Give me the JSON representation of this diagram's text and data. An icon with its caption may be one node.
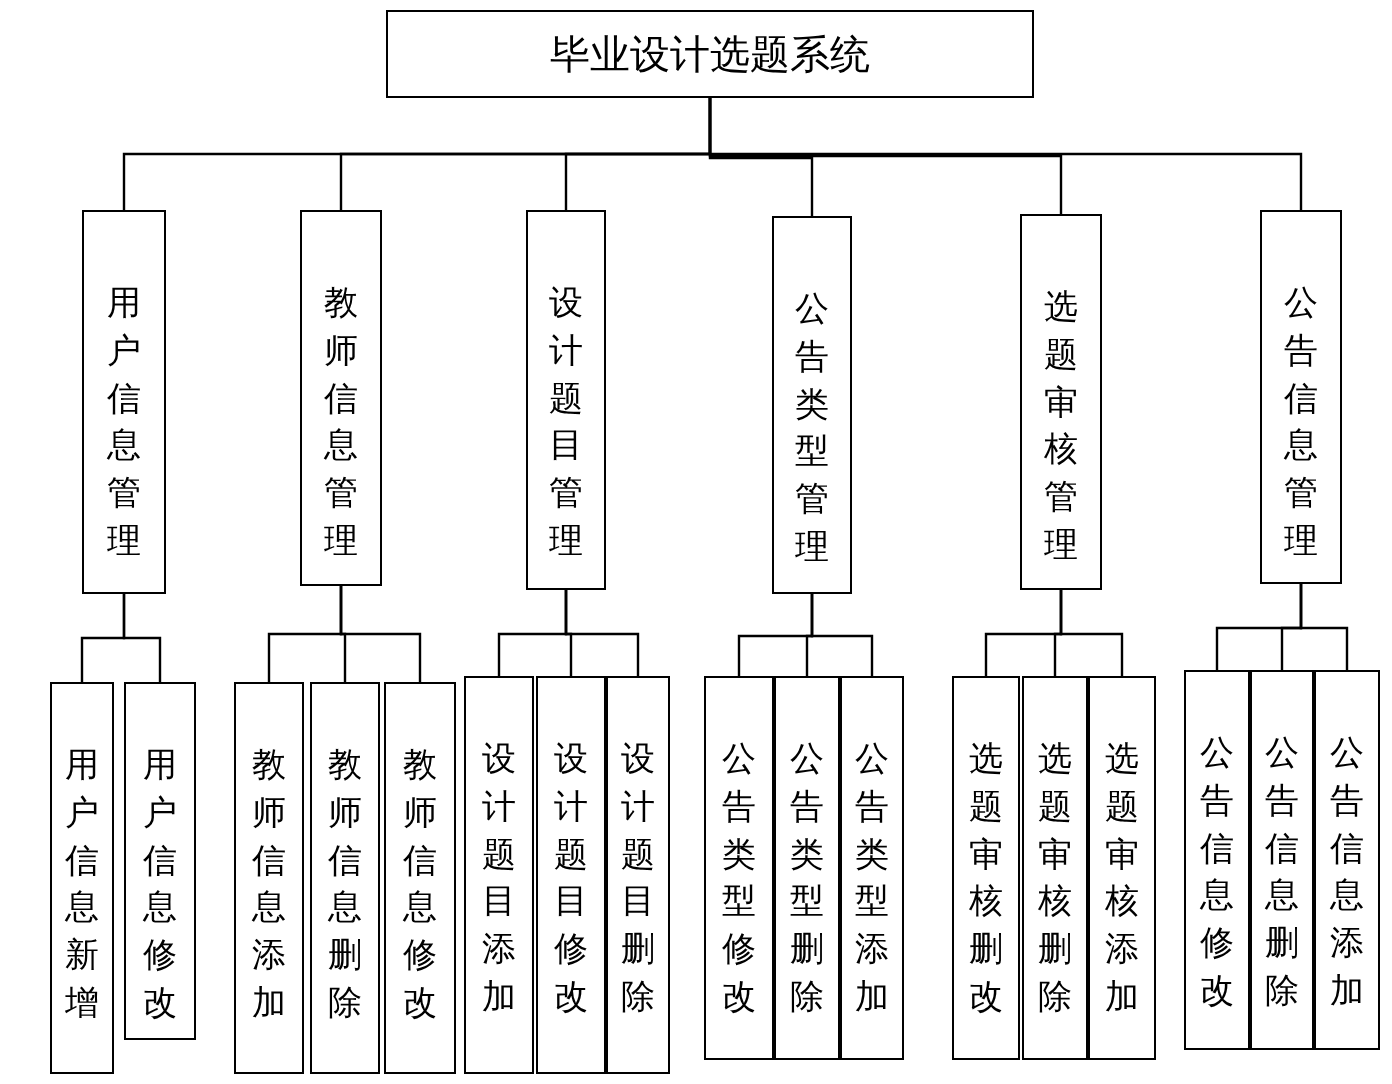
{
  "diagram": {
    "nodes": [
      {
        "text": [
          "毕业设计选题系统"
        ]
      },
      {
        "text": [
          "用户信息管理"
        ]
      },
      {
        "text": [
          "教师信息管理"
        ]
      },
      {
        "text": [
          "设计题目管理"
        ]
      },
      {
        "text": [
          "公告类型管理"
        ]
      },
      {
        "text": [
          "选题审核管理"
        ]
      },
      {
        "text": [
          "公告信息管理"
        ]
      },
      {
        "text": [
          "用户信息新增"
        ]
      },
      {
        "text": [
          "用户信息修改"
        ]
      },
      {
        "text": [
          "教师信息添加"
        ]
      },
      {
        "text": [
          "教师信息删除"
        ]
      },
      {
        "text": [
          "教师信息修改"
        ]
      },
      {
        "text": [
          "设计题目添加"
        ]
      },
      {
        "text": [
          "设计题目修改"
        ]
      },
      {
        "text": [
          "设计题目删除"
        ]
      },
      {
        "text": [
          "公告类型修改"
        ]
      },
      {
        "text": [
          "公告类型删除"
        ]
      },
      {
        "text": [
          "公告类型添加"
        ]
      },
      {
        "text": [
          "选题审核删改"
        ]
      },
      {
        "text": [
          "选题审核删除"
        ]
      },
      {
        "text": [
          "选题审核添加"
        ]
      },
      {
        "text": [
          "公告信息修改"
        ]
      },
      {
        "text": [
          "公告信息删除"
        ]
      },
      {
        "text": [
          "公告信息添加"
        ]
      }
    ],
    "edges": [
      {
        "from": 0,
        "to": 1,
        "arrow": "none"
      },
      {
        "from": 0,
        "to": 2,
        "arrow": "none"
      },
      {
        "from": 0,
        "to": 3,
        "arrow": "none"
      },
      {
        "from": 0,
        "to": 4,
        "arrow": "none"
      },
      {
        "from": 0,
        "to": 5,
        "arrow": "none"
      },
      {
        "from": 0,
        "to": 6,
        "arrow": "none"
      },
      {
        "from": 1,
        "to": 7,
        "arrow": "none"
      },
      {
        "from": 1,
        "to": 8,
        "arrow": "none"
      },
      {
        "from": 2,
        "to": 9,
        "arrow": "none"
      },
      {
        "from": 2,
        "to": 10,
        "arrow": "none"
      },
      {
        "from": 2,
        "to": 11,
        "arrow": "none"
      },
      {
        "from": 3,
        "to": 12,
        "arrow": "none"
      },
      {
        "from": 3,
        "to": 13,
        "arrow": "none"
      },
      {
        "from": 3,
        "to": 14,
        "arrow": "none"
      },
      {
        "from": 4,
        "to": 15,
        "arrow": "none"
      },
      {
        "from": 4,
        "to": 16,
        "arrow": "none"
      },
      {
        "from": 4,
        "to": 17,
        "arrow": "none"
      },
      {
        "from": 5,
        "to": 18,
        "arrow": "none"
      },
      {
        "from": 5,
        "to": 19,
        "arrow": "none"
      },
      {
        "from": 5,
        "to": 20,
        "arrow": "none"
      },
      {
        "from": 6,
        "to": 21,
        "arrow": "none"
      },
      {
        "from": 6,
        "to": 22,
        "arrow": "none"
      },
      {
        "from": 6,
        "to": 23,
        "arrow": "none"
      }
    ]
  }
}
